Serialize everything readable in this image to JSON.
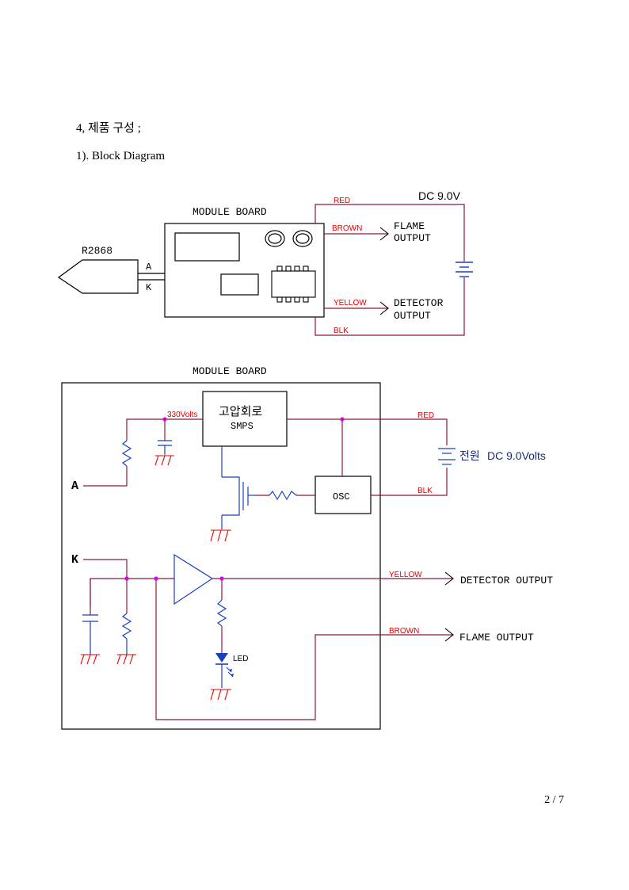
{
  "heading": "4, 제품 구성 ;",
  "subheading": "1). Block Diagram",
  "block_diagram": {
    "module_label": "MODULE BOARD",
    "sensor_label": "R2868",
    "pin_a": "A",
    "pin_k": "K",
    "wire_red": "RED",
    "wire_brown": "BROWN",
    "wire_yellow": "YELLOW",
    "wire_blk": "BLK",
    "supply": "DC 9.0V",
    "flame_output": [
      "FLAME",
      "OUTPUT"
    ],
    "detector_output": [
      "DETECTOR",
      "OUTPUT"
    ]
  },
  "schematic": {
    "module_label": "MODULE BOARD",
    "hv_circuit": "고압회로",
    "smps": "SMPS",
    "voltage": "330Volts",
    "osc": "OSC",
    "pin_a": "A",
    "pin_k": "K",
    "wire_red": "RED",
    "wire_blk": "BLK",
    "wire_yellow": "YELLOW",
    "wire_brown": "BROWN",
    "power_label_kr": "전원",
    "power_label": "DC 9.0Volts",
    "led": "LED",
    "detector_output": "DETECTOR OUTPUT",
    "flame_output": "FLAME OUTPUT"
  },
  "page_number": "2 / 7",
  "colors": {
    "wire": "#8b1a3a",
    "accent": "#e60000",
    "blue": "#1a3fbf",
    "junction": "#e000e0",
    "navy": "#1a2a7a"
  }
}
